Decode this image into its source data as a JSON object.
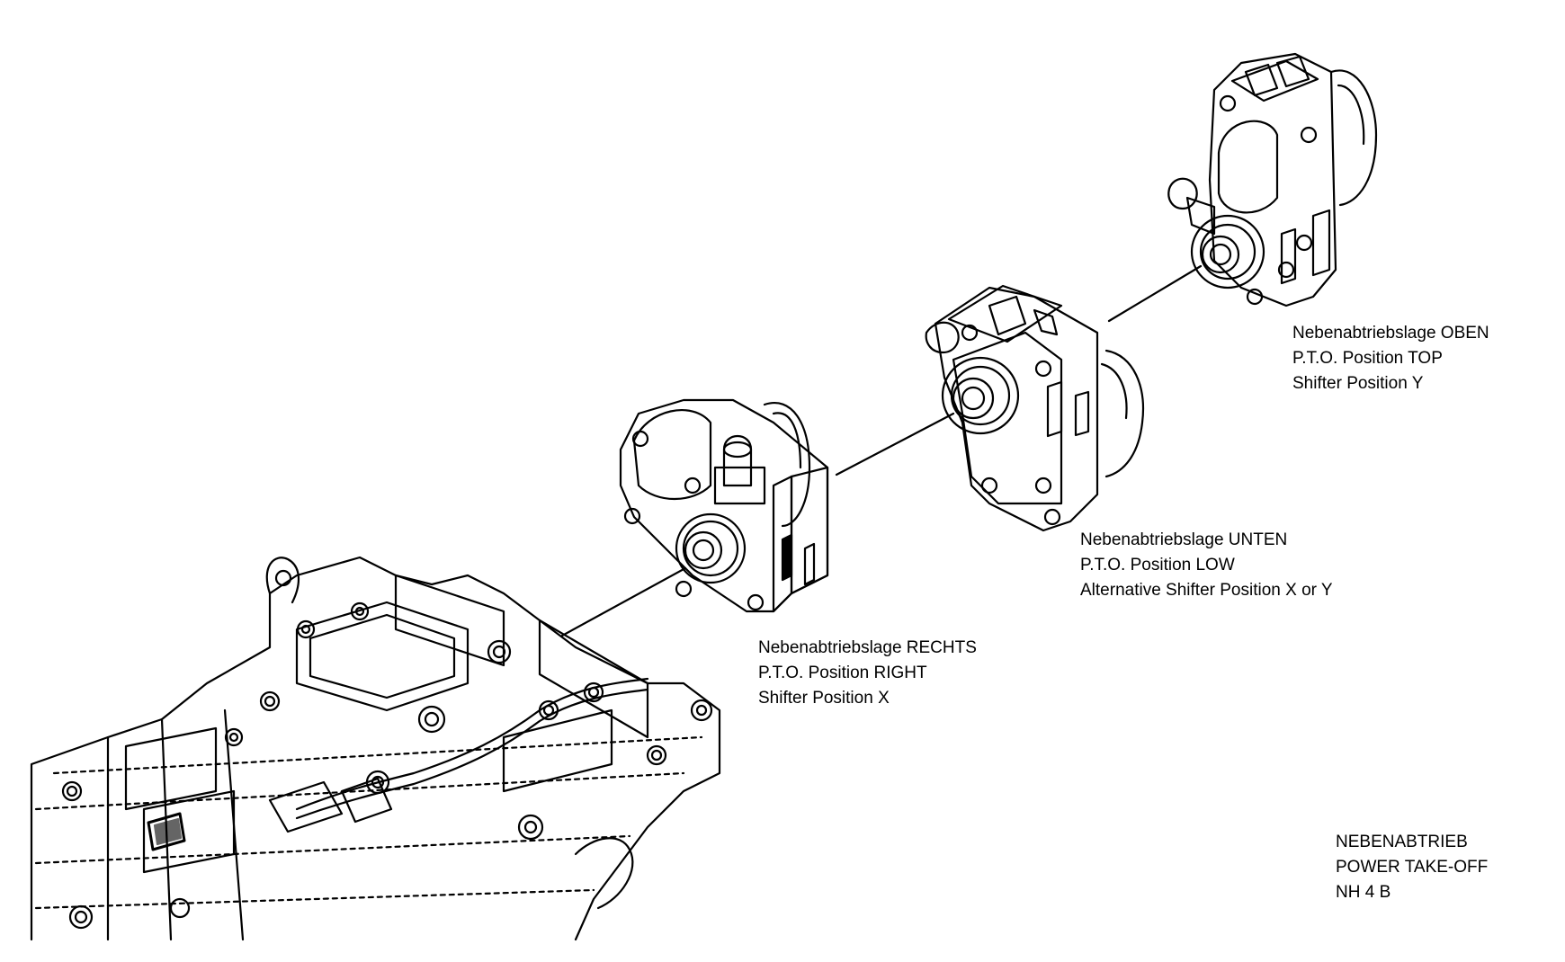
{
  "labels": {
    "top": {
      "line1": "Nebenabtriebslage OBEN",
      "line2": "P.T.O.  Position TOP",
      "line3": "Shifter Position Y"
    },
    "low": {
      "line1": "Nebenabtriebslage UNTEN",
      "line2": "P.T.O.  Position LOW",
      "line3": "Alternative Shifter Position X or Y"
    },
    "right": {
      "line1": "Nebenabtriebslage RECHTS",
      "line2": "P.T.O.  Position RIGHT",
      "line3": "Shifter Position X"
    }
  },
  "title_block": {
    "line1": "NEBENABTRIEB",
    "line2": "POWER TAKE-OFF",
    "line3": "NH 4 B"
  },
  "colors": {
    "line": "#000000",
    "background": "#ffffff"
  }
}
